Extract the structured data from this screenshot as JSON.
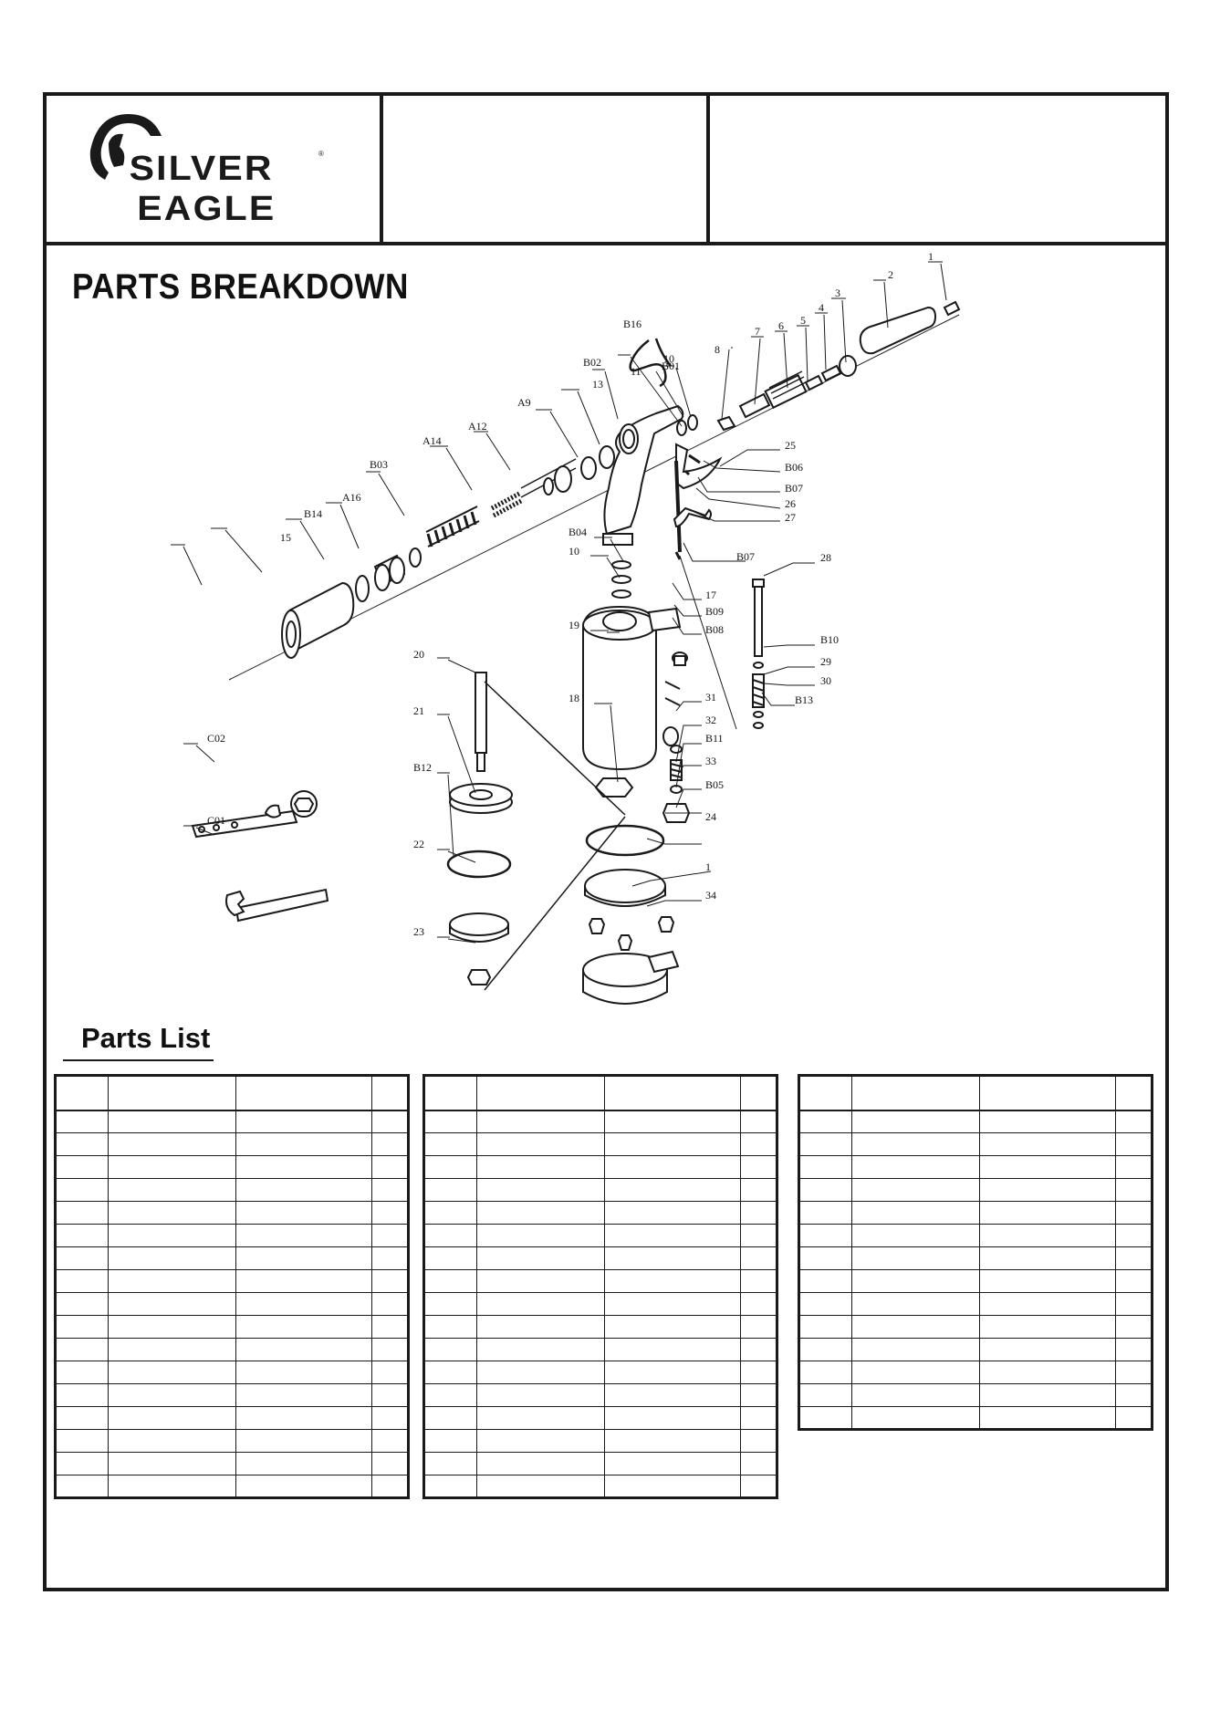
{
  "brand": {
    "line1": "SILVER",
    "line2": "EAGLE",
    "trademark": "®"
  },
  "header": {
    "middle_text": "",
    "right_text": ""
  },
  "section_title": "PARTS BREAKDOWN",
  "parts_list_title": "Parts List",
  "callouts": [
    "1",
    "2",
    "3",
    "4",
    "5",
    "6",
    "7",
    "8",
    "10",
    "11",
    "13",
    "B01",
    "B02",
    "B16",
    "A9",
    "A12",
    "A14",
    "B03",
    "A16",
    "B14",
    "15",
    "25",
    "B06",
    "B07",
    "26",
    "27",
    "B04",
    "10",
    "B07",
    "28",
    "17",
    "B09",
    "B08",
    "19",
    "20",
    "B10",
    "29",
    "30",
    "31",
    "32",
    "B13",
    "18",
    "B11",
    "21",
    "33",
    "C02",
    "B12",
    "B05",
    "24",
    "C01",
    "22",
    "1",
    "34",
    "23"
  ],
  "tables": [
    {
      "name": "parts-table-1",
      "rows": 18
    },
    {
      "name": "parts-table-2",
      "rows": 18
    },
    {
      "name": "parts-table-3",
      "rows": 15
    }
  ]
}
